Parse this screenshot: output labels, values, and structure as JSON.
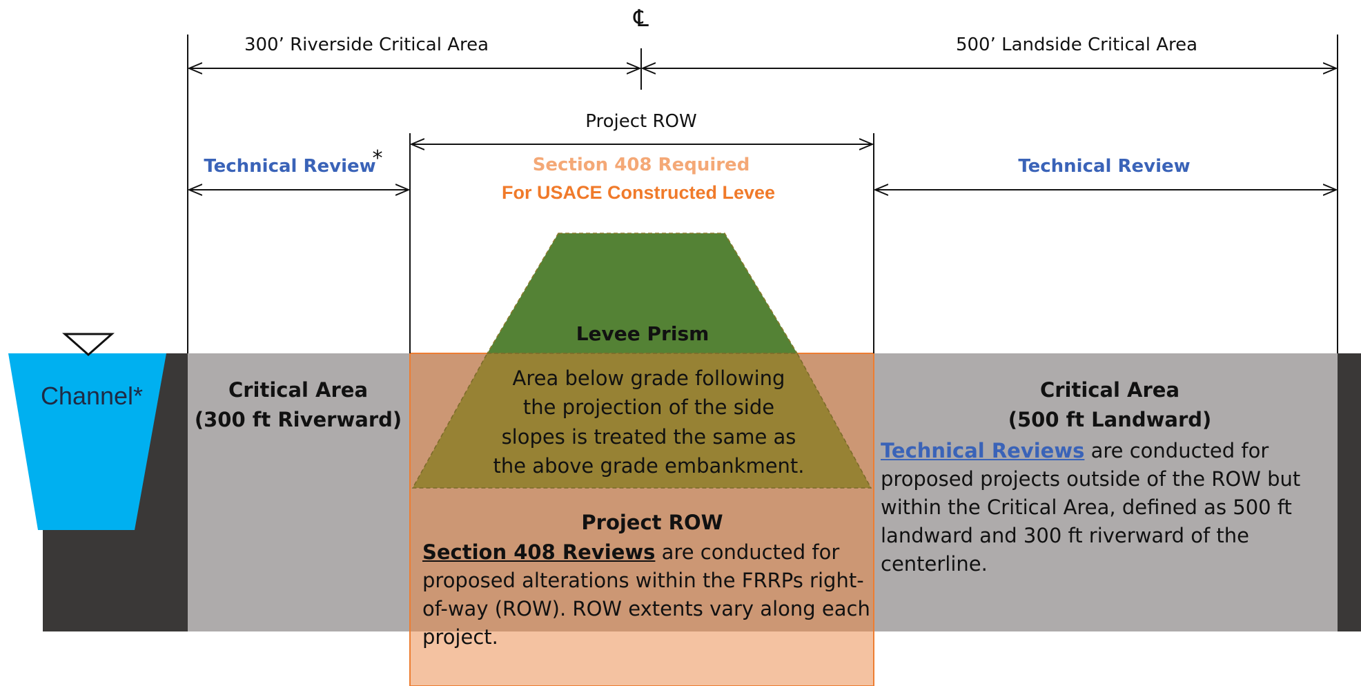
{
  "centerline_symbol": "℄",
  "dimensions": {
    "riverside_critical_area": "300’ Riverside Critical Area",
    "landside_critical_area": "500’ Landside Critical Area",
    "project_row": "Project ROW",
    "technical_review_left": "Technical Review",
    "technical_review_left_mark": "*",
    "section_408_line1": "Section 408 Required",
    "section_408_line2": "For USACE Constructed Levee",
    "technical_review_right": "Technical Review"
  },
  "zones": {
    "channel_label": "Channel*",
    "critical_left_line1": "Critical Area",
    "critical_left_line2": "(300 ft Riverward)",
    "critical_right_line1": "Critical Area",
    "critical_right_line2": "(500 ft Landward)",
    "levee_prism_title": "Levee Prism",
    "below_grade_lines": [
      "Area below grade following",
      "the projection of the side",
      "slopes is treated the same as",
      "the above grade embankment."
    ],
    "project_row_title": "Project ROW"
  },
  "paragraphs": {
    "section_408_lead": "Section 408 Reviews",
    "section_408_text": " are conducted for proposed alterations within the FRRPs right-of-way (ROW). ROW extents vary along each project.",
    "technical_reviews_lead": "Technical Reviews",
    "technical_reviews_text": " are conducted for proposed projects outside of the ROW but within the Critical Area, defined as 500 ft landward and 300 ft riverward of the centerline."
  },
  "colors": {
    "ground_dark": "#3a3837",
    "critical_area": "#aeabab",
    "row_overlay": "#f4a876",
    "levee_green": "#548235",
    "below_grade": "#978234",
    "channel": "#00b0f0",
    "section_408_orange": "#f07a2a",
    "technical_blue": "#3a63b8"
  }
}
